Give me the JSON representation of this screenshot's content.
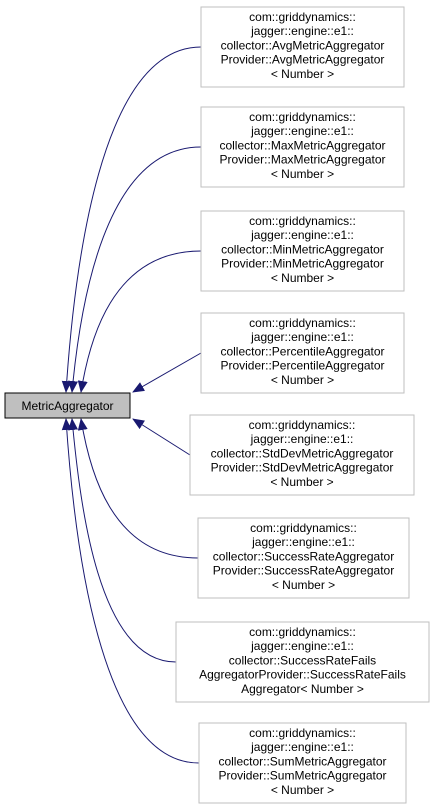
{
  "base_class": {
    "name": "MetricAggregator",
    "fill_color": "#bfbfbf",
    "border_color": "#000000"
  },
  "edge_color": "#191970",
  "derived_classes": [
    {
      "lines": [
        "com::griddynamics::",
        "jagger::engine::e1::",
        "collector::AvgMetricAggregator",
        "Provider::AvgMetricAggregator",
        "< Number >"
      ]
    },
    {
      "lines": [
        "com::griddynamics::",
        "jagger::engine::e1::",
        "collector::MaxMetricAggregator",
        "Provider::MaxMetricAggregator",
        "< Number >"
      ]
    },
    {
      "lines": [
        "com::griddynamics::",
        "jagger::engine::e1::",
        "collector::MinMetricAggregator",
        "Provider::MinMetricAggregator",
        "< Number >"
      ]
    },
    {
      "lines": [
        "com::griddynamics::",
        "jagger::engine::e1::",
        "collector::PercentileAggregator",
        "Provider::PercentileAggregator",
        "< Number >"
      ]
    },
    {
      "lines": [
        "com::griddynamics::",
        "jagger::engine::e1::",
        "collector::StdDevMetricAggregator",
        "Provider::StdDevMetricAggregator",
        "< Number >"
      ]
    },
    {
      "lines": [
        "com::griddynamics::",
        "jagger::engine::e1::",
        "collector::SuccessRateAggregator",
        "Provider::SuccessRateAggregator",
        "< Number >"
      ]
    },
    {
      "lines": [
        "com::griddynamics::",
        "jagger::engine::e1::",
        "collector::SuccessRateFails",
        "AggregatorProvider::SuccessRateFails",
        "Aggregator< Number >"
      ]
    },
    {
      "lines": [
        "com::griddynamics::",
        "jagger::engine::e1::",
        "collector::SumMetricAggregator",
        "Provider::SumMetricAggregator",
        "< Number >"
      ]
    }
  ]
}
